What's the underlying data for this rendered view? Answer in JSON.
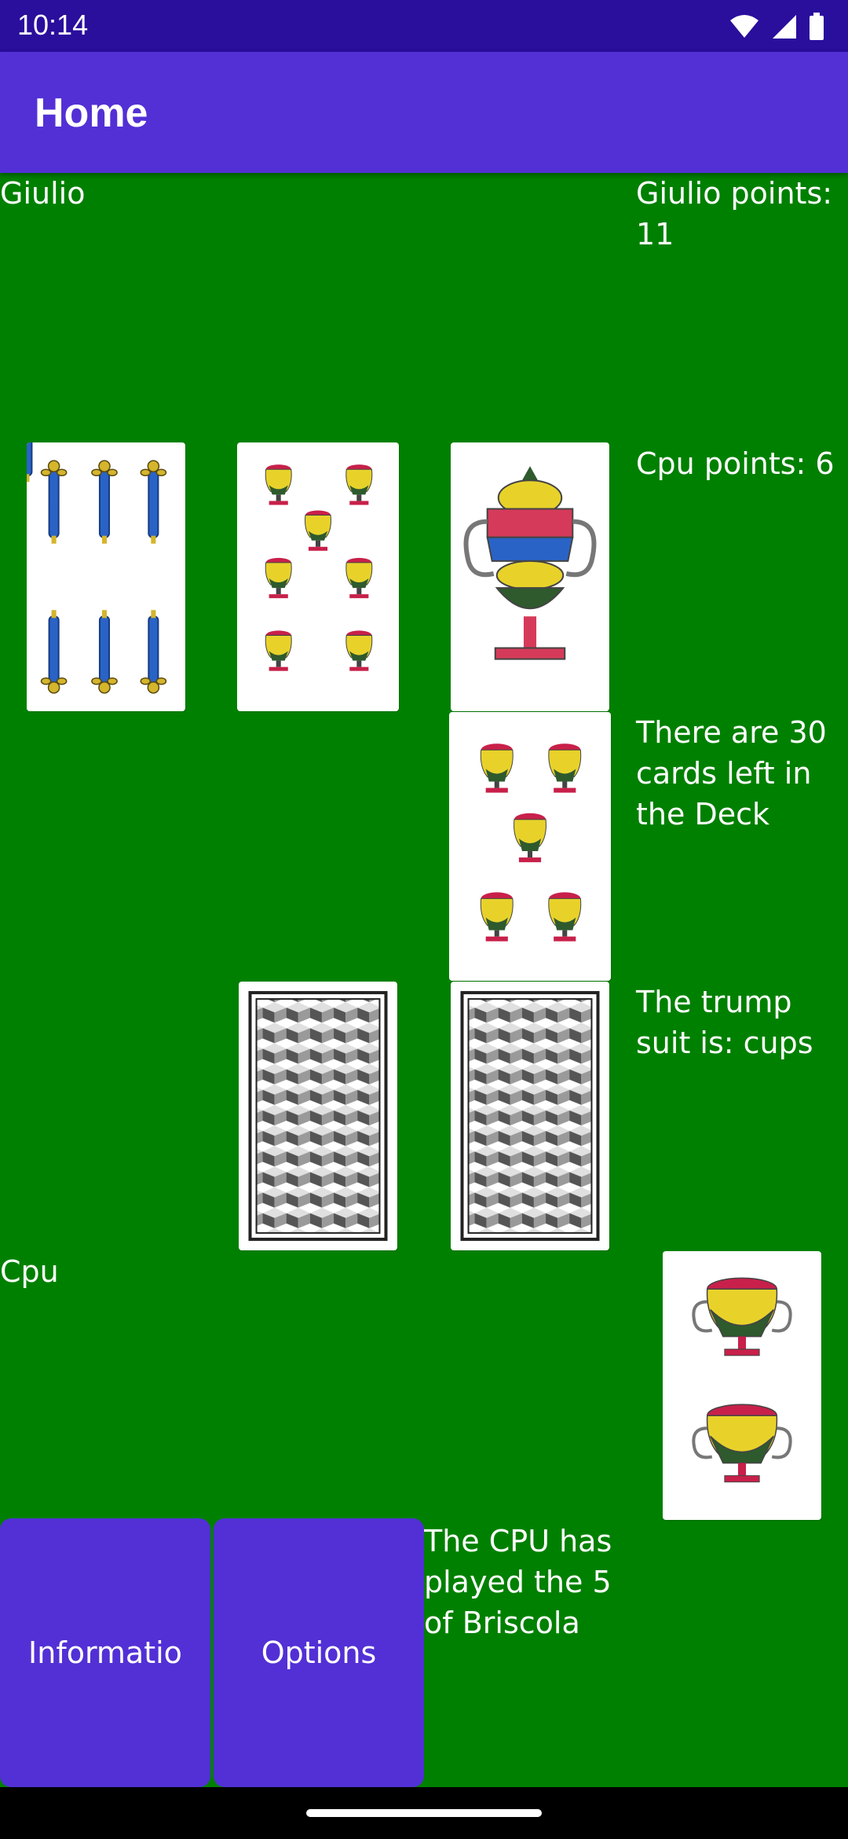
{
  "status_bar": {
    "time": "10:14",
    "icons": [
      "wifi-icon",
      "signal-icon",
      "battery-icon"
    ]
  },
  "app_bar": {
    "title": "Home"
  },
  "table": {
    "player_name": "Giulio",
    "player_points": "Giulio points: 11",
    "cpu_points": "Cpu points: 6",
    "deck_info": "There are 30 cards left in the Deck",
    "trump_info": "The trump suit is: cups",
    "cpu_name": "Cpu",
    "cpu_message": "The CPU has played the 5 of Briscola"
  },
  "cards": {
    "player_hand": [
      {
        "name": "6 of swords",
        "suit": "swords",
        "rank": 6
      },
      {
        "name": "7 of cups",
        "suit": "cups",
        "rank": 7
      },
      {
        "name": "ace of cups",
        "suit": "cups",
        "rank": 1
      }
    ],
    "played_card": {
      "name": "5 of cups",
      "suit": "cups",
      "rank": 5
    },
    "cpu_hand": [
      "card back",
      "card back"
    ],
    "trump_card": {
      "name": "2 of cups",
      "suit": "cups",
      "rank": 2
    }
  },
  "buttons": {
    "information": "Informatio",
    "options": "Options"
  },
  "colors": {
    "status_bar": "#2a0e9c",
    "primary": "#5230d5",
    "table": "#008000"
  }
}
